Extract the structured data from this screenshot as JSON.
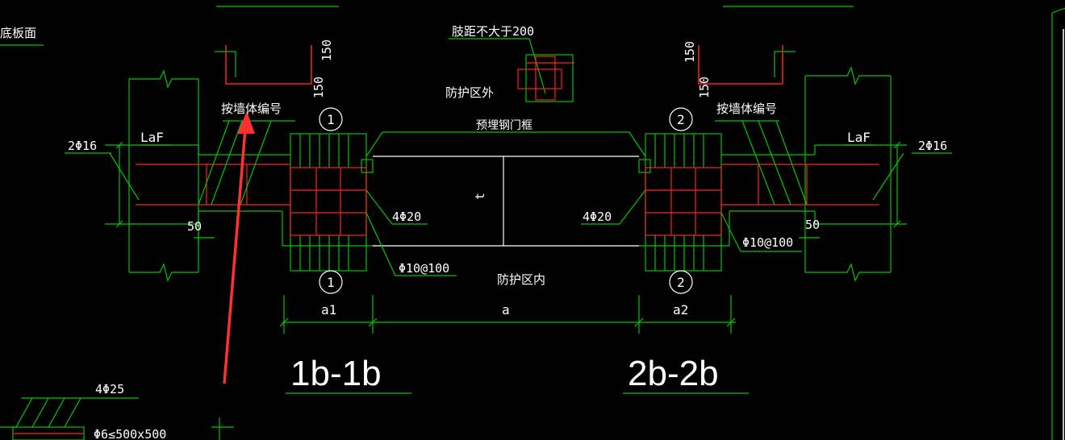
{
  "colors": {
    "background": "#000000",
    "green": "#00c800",
    "red": "#ff2020",
    "white": "#ffffff",
    "arrow": "#ff3030"
  },
  "labels": {
    "base_plate_surface": "底板面",
    "spacing_max": "肢距不大于200",
    "protection_outside": "防护区外",
    "protection_inside": "防护区内",
    "embedded_frame": "预埋钢门框",
    "wall_number_left": "按墙体编号",
    "wall_number_right": "按墙体编号",
    "laf_left": "LaF",
    "laf_right": "LaF",
    "bars_left": "2Φ16",
    "bars_right": "2Φ16",
    "bars_4phi20_left": "4Φ20",
    "bars_4phi20_right": "4Φ20",
    "stirrup_left": "Φ10@100",
    "stirrup_right": "Φ10@100",
    "dim_150_a": "150",
    "dim_150_b": "150",
    "dim_150_c": "150",
    "dim_150_d": "150",
    "dim_50_left": "50",
    "dim_50_right": "50",
    "thickness_t": "t",
    "dim_a1": "a1",
    "dim_a": "a",
    "dim_a2": "a2",
    "section_1_top": "1",
    "section_1_bottom": "1",
    "section_2_top": "2",
    "section_2_bottom": "2",
    "title_1b": "1b-1b",
    "title_2b": "2b-2b",
    "bars_4phi25": "4Φ25",
    "stirrup_bottom": "Φ6≤500x500"
  }
}
